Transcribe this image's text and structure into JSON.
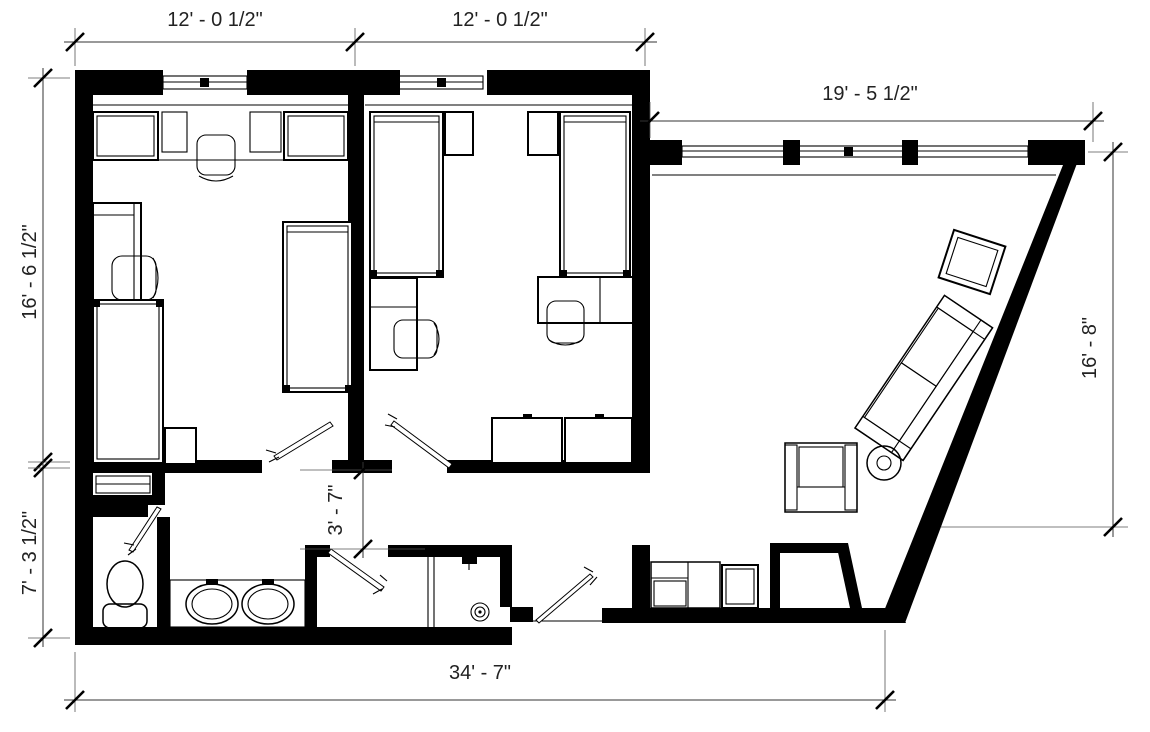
{
  "drawing": {
    "type": "architectural-floor-plan",
    "dimensions": {
      "room1_width": "12' - 0 1/2\"",
      "room2_width": "12' - 0 1/2\"",
      "lounge_width": "19' - 5 1/2\"",
      "left_height_upper": "16' - 6 1/2\"",
      "left_height_lower": "7' - 3 1/2\"",
      "corridor_width": "3' - 7\"",
      "right_height": "16' - 8\"",
      "overall_width": "34' - 7\""
    },
    "colors": {
      "line": "#000000",
      "background": "#ffffff",
      "dimension": "#333333"
    }
  }
}
